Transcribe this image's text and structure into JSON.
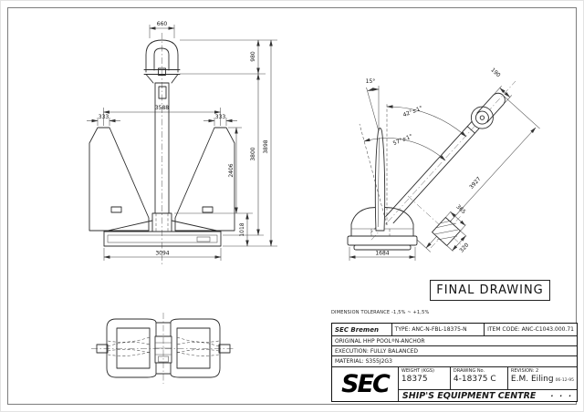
{
  "notes": {
    "tolerance": "DIMENSION TOLERANCE  -1,5% ~ +1,5%",
    "stamp": "FINAL DRAWING"
  },
  "front_view": {
    "dims": {
      "shackle_width": "660",
      "shackle_height": "980",
      "fluke_span": "3588",
      "tip_width_left": "333",
      "tip_width_right": "333",
      "inner_height": "3800",
      "total_height": "3898",
      "fluke_length": "2406",
      "crown_height": "1018",
      "base_width": "3094"
    }
  },
  "side_view": {
    "dims": {
      "shackle_pin": "190",
      "shank_length": "3927",
      "crown_width": "1684",
      "section_width": "365",
      "section_depth": "320"
    },
    "angles": {
      "fluke_tip": "15°",
      "shank_to_vertical": "42°±1°",
      "fluke_to_shank": "57°±1°"
    }
  },
  "title_block": {
    "company": "SEC Bremen",
    "type": "TYPE: ANC-N-FBL-18375-N",
    "item_code": "ITEM CODE: ANC-C1043.000.71",
    "product_name": "ORIGINAL HHP POOL",
    "product_reg": "®",
    "product_suffix": " N-ANCHOR",
    "execution": "EXECUTION: FULLY BALANCED",
    "material": "MATERIAL: S355J2G3",
    "logo_text": "SEC",
    "weight_label": "WEIGHT (KGS)",
    "weight_value": "18375",
    "drawing_no_label": "DRAWING No.",
    "drawing_no_value": "4-18375  C",
    "revision": "REVISION: 2",
    "signer": "E.M. Eiling",
    "sign_date": "06-12-95",
    "footer": "SHIP'S EQUIPMENT CENTRE",
    "footer_dots": "· · ·"
  }
}
